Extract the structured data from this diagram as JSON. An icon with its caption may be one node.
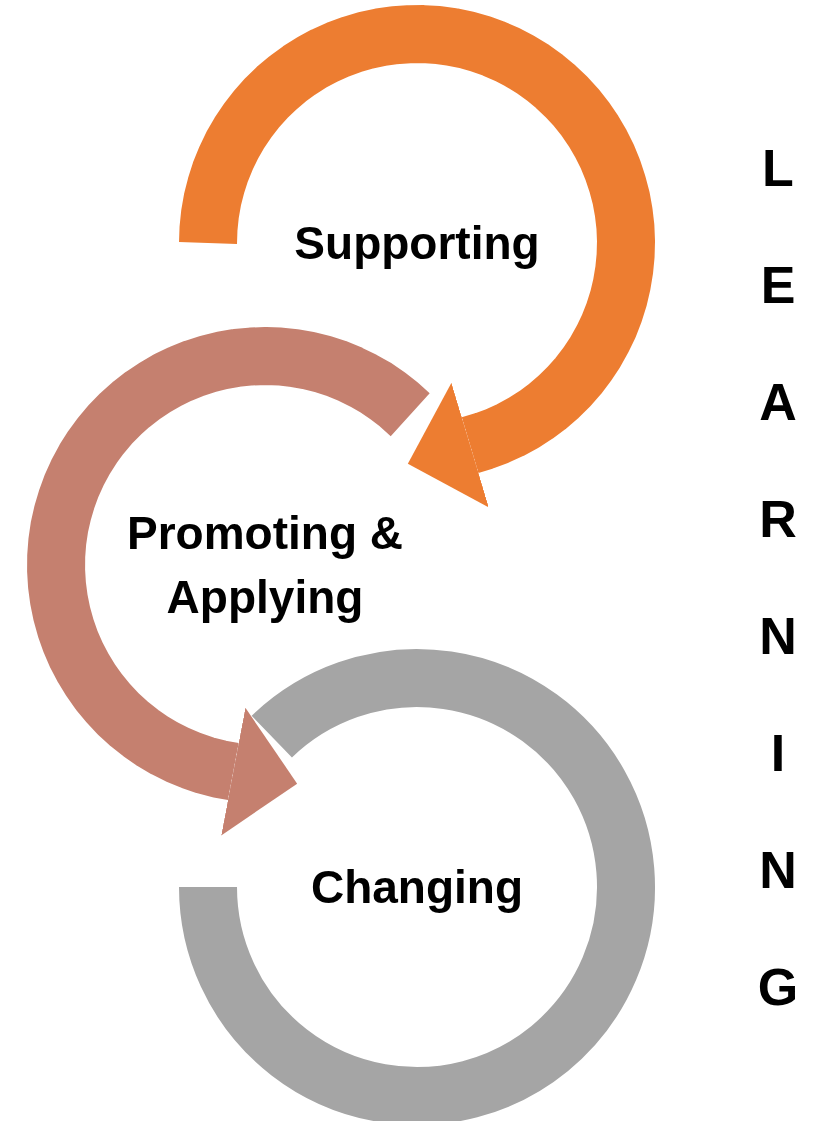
{
  "diagram": {
    "nodes": [
      {
        "text": [
          "Supporting"
        ]
      },
      {
        "text": [
          "Promoting & Applying"
        ]
      },
      {
        "text": [
          "Changing"
        ]
      }
    ],
    "edges": [
      {
        "from": 0,
        "to": 1,
        "arrow": "to",
        "color": "#ed7d31"
      },
      {
        "from": 1,
        "to": 2,
        "arrow": "to",
        "color": "#c5806f"
      }
    ],
    "labels": [
      "LEARNING"
    ]
  }
}
